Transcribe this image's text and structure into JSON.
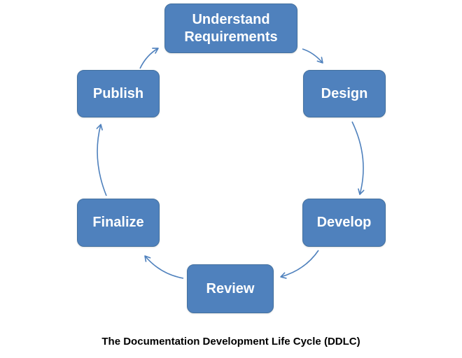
{
  "diagram": {
    "type": "cycle",
    "caption": "The Documentation Development Life Cycle (DDLC)",
    "colors": {
      "node_fill": "#4F81BD",
      "node_text": "#FFFFFF",
      "arrow": "#4F81BD",
      "caption_text": "#000000",
      "background": "#FFFFFF"
    },
    "nodes": [
      {
        "label": "Understand Requirements",
        "position": "top"
      },
      {
        "label": "Design",
        "position": "upper-right"
      },
      {
        "label": "Develop",
        "position": "lower-right"
      },
      {
        "label": "Review",
        "position": "bottom"
      },
      {
        "label": "Finalize",
        "position": "lower-left"
      },
      {
        "label": "Publish",
        "position": "upper-left"
      }
    ],
    "flow": "Understand Requirements → Design → Develop → Review → Finalize → Publish → Understand Requirements",
    "arrows": [
      {
        "from": "Understand Requirements",
        "to": "Design"
      },
      {
        "from": "Design",
        "to": "Develop"
      },
      {
        "from": "Develop",
        "to": "Review"
      },
      {
        "from": "Review",
        "to": "Finalize"
      },
      {
        "from": "Finalize",
        "to": "Publish"
      },
      {
        "from": "Publish",
        "to": "Understand Requirements"
      }
    ]
  }
}
